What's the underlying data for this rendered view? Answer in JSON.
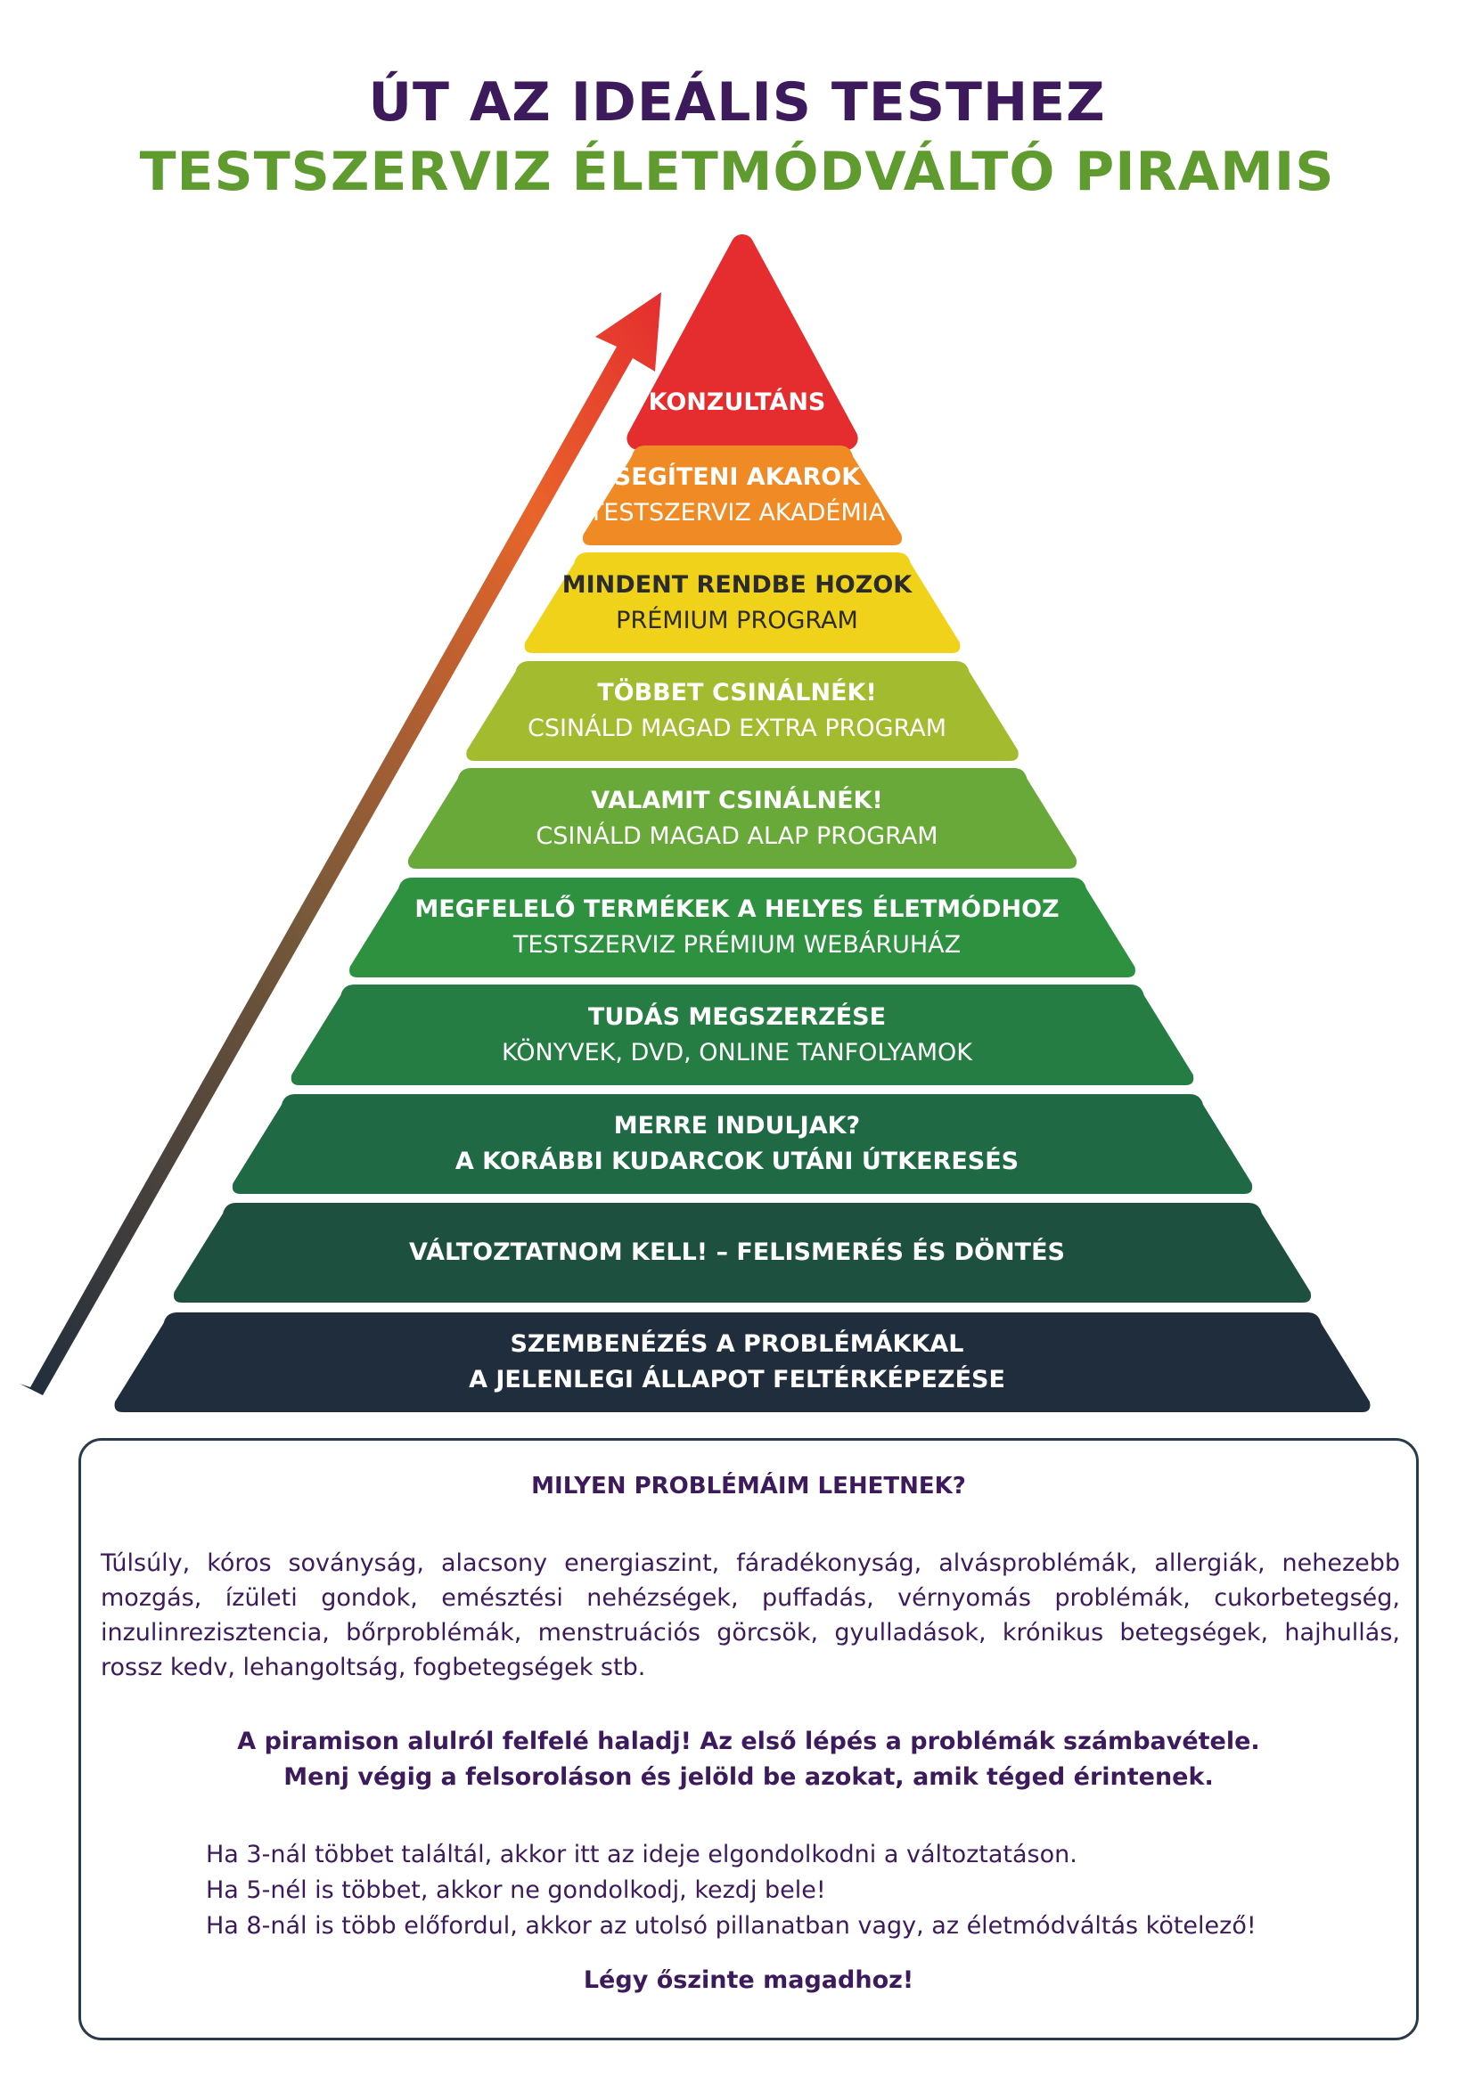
{
  "header": {
    "title": "ÚT AZ IDEÁLIS TESTHEZ",
    "subtitle": "TESTSZERVIZ ÉLETMÓDVÁLTÓ PIRAMIS"
  },
  "pyramid": {
    "tiers": [
      {
        "line1": "KONZULTÁNS",
        "line2": "",
        "color": "#e52d2f",
        "text_color": "#ffffff"
      },
      {
        "line1": "SEGÍTENI AKAROK",
        "line2": "TESTSZERVIZ AKADÉMIA",
        "color": "#f08a24",
        "text_color": "#ffffff"
      },
      {
        "line1": "MINDENT RENDBE HOZOK",
        "line2": "PRÉMIUM PROGRAM",
        "color": "#f1d21a",
        "text_color": "#2b2b2b"
      },
      {
        "line1": "TÖBBET CSINÁLNÉK!",
        "line2": "CSINÁLD MAGAD EXTRA PROGRAM",
        "color": "#a3bb2e",
        "text_color": "#ffffff"
      },
      {
        "line1": "VALAMIT CSINÁLNÉK!",
        "line2": "CSINÁLD MAGAD ALAP PROGRAM",
        "color": "#69a93a",
        "text_color": "#ffffff"
      },
      {
        "line1": "MEGFELELŐ TERMÉKEK A HELYES ÉLETMÓDHOZ",
        "line2": "TESTSZERVIZ PRÉMIUM WEBÁRUHÁZ",
        "color": "#2d9140",
        "text_color": "#ffffff"
      },
      {
        "line1": "TUDÁS MEGSZERZÉSE",
        "line2": "KÖNYVEK, DVD, ONLINE TANFOLYAMOK",
        "color": "#257d43",
        "text_color": "#ffffff"
      },
      {
        "line1": "MERRE INDULJAK?",
        "line2": "A KORÁBBI KUDARCOK UTÁNI ÚTKERESÉS",
        "color": "#1f6a45",
        "text_color": "#ffffff"
      },
      {
        "line1": "VÁLTOZTATNOM KELL! – FELISMERÉS ÉS DÖNTÉS",
        "line2": "",
        "color": "#1e5040",
        "text_color": "#ffffff"
      },
      {
        "line1": "SZEMBENÉZÉS A PROBLÉMÁKKAL",
        "line2": "A JELENLEGI ÁLLAPOT FELTÉRKÉPEZÉSE",
        "color": "#1f2d3d",
        "text_color": "#ffffff"
      }
    ],
    "arrow_colors": [
      "#1f2d3d",
      "#7a5a3a",
      "#e8642a",
      "#e52d2f"
    ]
  },
  "problems_box": {
    "title": "MILYEN PROBLÉMÁIM LEHETNEK?",
    "paragraph": "Túlsúly, kóros soványság, alacsony energiaszint, fáradékonyság, alvásproblémák, allergiák, nehezebb mozgás, ízületi gondok, emésztési nehézségek, puffadás, vérnyomás problémák, cukorbetegség, inzulinrezisztencia, bőrproblémák, menstruációs görcsök, gyulladások, krónikus betegségek, hajhullás, rossz kedv, lehangoltság, fogbetegségek stb.",
    "bold_line1": "A piramison alulról felfelé haladj! Az első lépés a problémák számbavétele.",
    "bold_line2": "Menj végig a felsoroláson és jelöld be azokat, amik téged érintenek.",
    "rules": [
      "Ha 3-nál többet találtál, akkor itt az ideje elgondolkodni a változtatáson.",
      "Ha 5-nél is többet, akkor ne gondolkodj, kezdj bele!",
      "Ha 8-nál is több előfordul, akkor az utolsó pillanatban vagy, az életmódváltás kötelező!"
    ],
    "final": "Légy őszinte magadhoz!"
  }
}
